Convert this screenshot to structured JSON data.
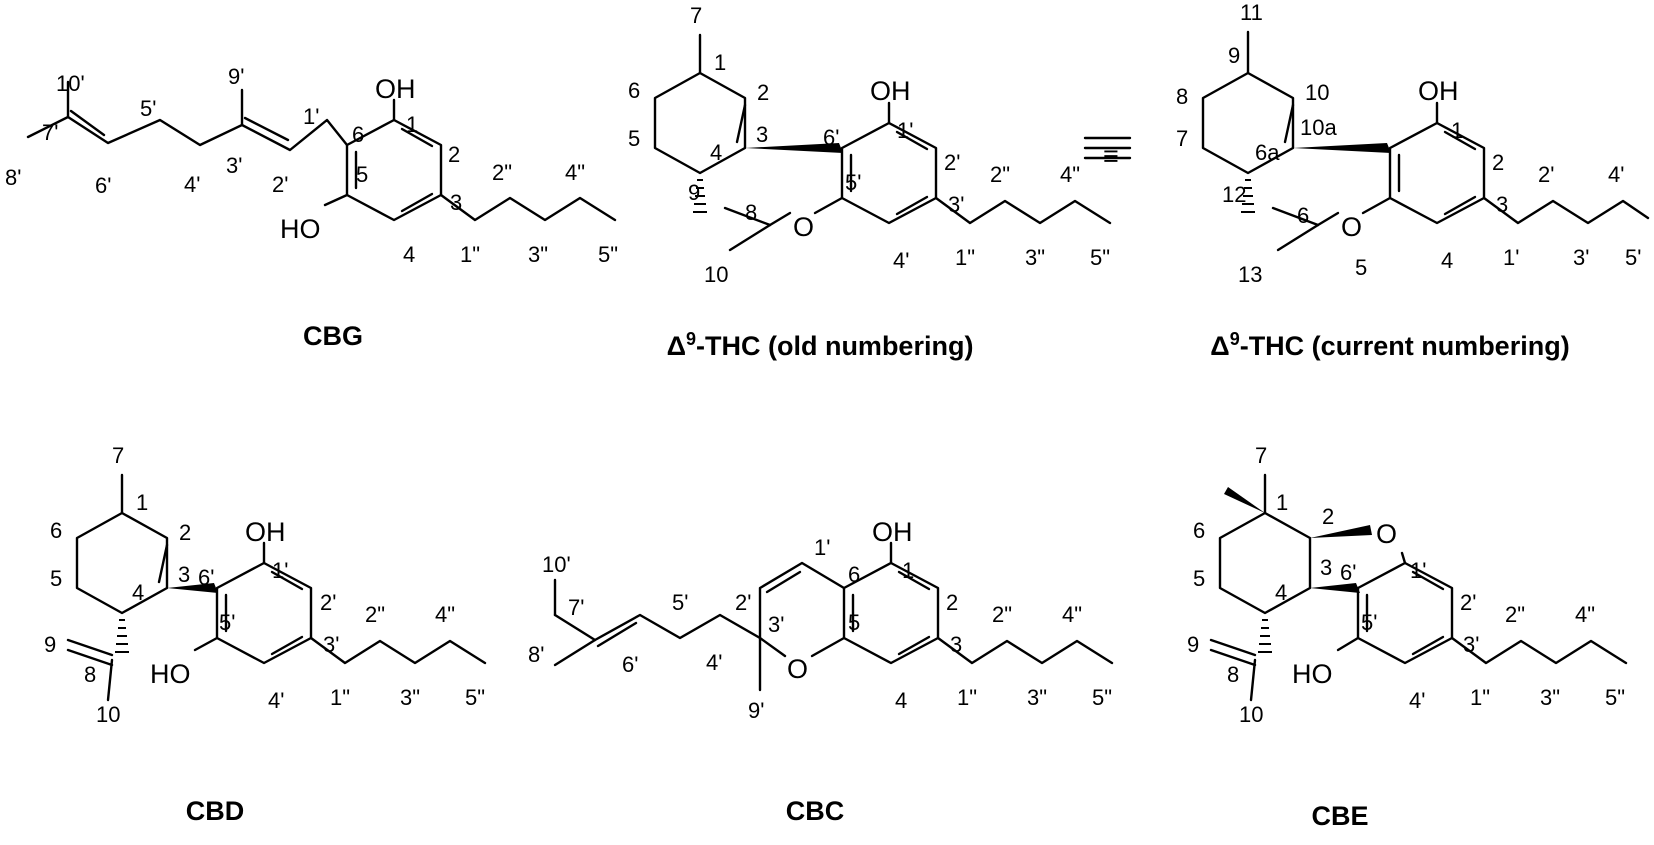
{
  "captions": {
    "cbg": "CBG",
    "thc_old": "-THC (old numbering)",
    "thc_current": "-THC (current numbering)",
    "delta_symbol": "Δ",
    "delta_superscript": "9",
    "cbd": "CBD",
    "cbc": "CBC",
    "cbe": "CBE"
  },
  "equivalence_symbol": "≡",
  "atom_labels": {
    "oh": "OH",
    "ho": "HO",
    "o": "O"
  },
  "cbg_numbers": [
    "1",
    "2",
    "3",
    "4",
    "5",
    "6",
    "1'",
    "2'",
    "3'",
    "4'",
    "5'",
    "6'",
    "7'",
    "8'",
    "9'",
    "10'",
    "1\"",
    "2\"",
    "3\"",
    "4\"",
    "5\""
  ],
  "thc_old_numbers": [
    "1",
    "2",
    "3",
    "4",
    "5",
    "6",
    "7",
    "8",
    "9",
    "10",
    "1'",
    "2'",
    "3'",
    "4'",
    "5'",
    "6'",
    "1\"",
    "2\"",
    "3\"",
    "4\"",
    "5\""
  ],
  "thc_current_numbers": [
    "1",
    "2",
    "3",
    "4",
    "5",
    "6",
    "6a",
    "7",
    "8",
    "9",
    "10",
    "10a",
    "11",
    "12",
    "13",
    "1'",
    "2'",
    "3'",
    "4'",
    "5'"
  ],
  "cbd_numbers": [
    "1",
    "2",
    "3",
    "4",
    "5",
    "6",
    "7",
    "8",
    "9",
    "10",
    "1'",
    "2'",
    "3'",
    "4'",
    "5'",
    "6'",
    "1\"",
    "2\"",
    "3\"",
    "4\"",
    "5\""
  ],
  "cbc_numbers": [
    "1",
    "1'",
    "2",
    "2'",
    "3",
    "3'",
    "4",
    "4'",
    "5",
    "5'",
    "6",
    "6'",
    "7'",
    "8'",
    "9'",
    "10'",
    "1\"",
    "2\"",
    "3\"",
    "4\"",
    "5\""
  ],
  "cbe_numbers": [
    "1",
    "2",
    "3",
    "4",
    "5",
    "6",
    "7",
    "8",
    "9",
    "10",
    "1'",
    "2'",
    "3'",
    "4'",
    "5'",
    "6'",
    "1\"",
    "2\"",
    "3\"",
    "4\"",
    "5\""
  ]
}
